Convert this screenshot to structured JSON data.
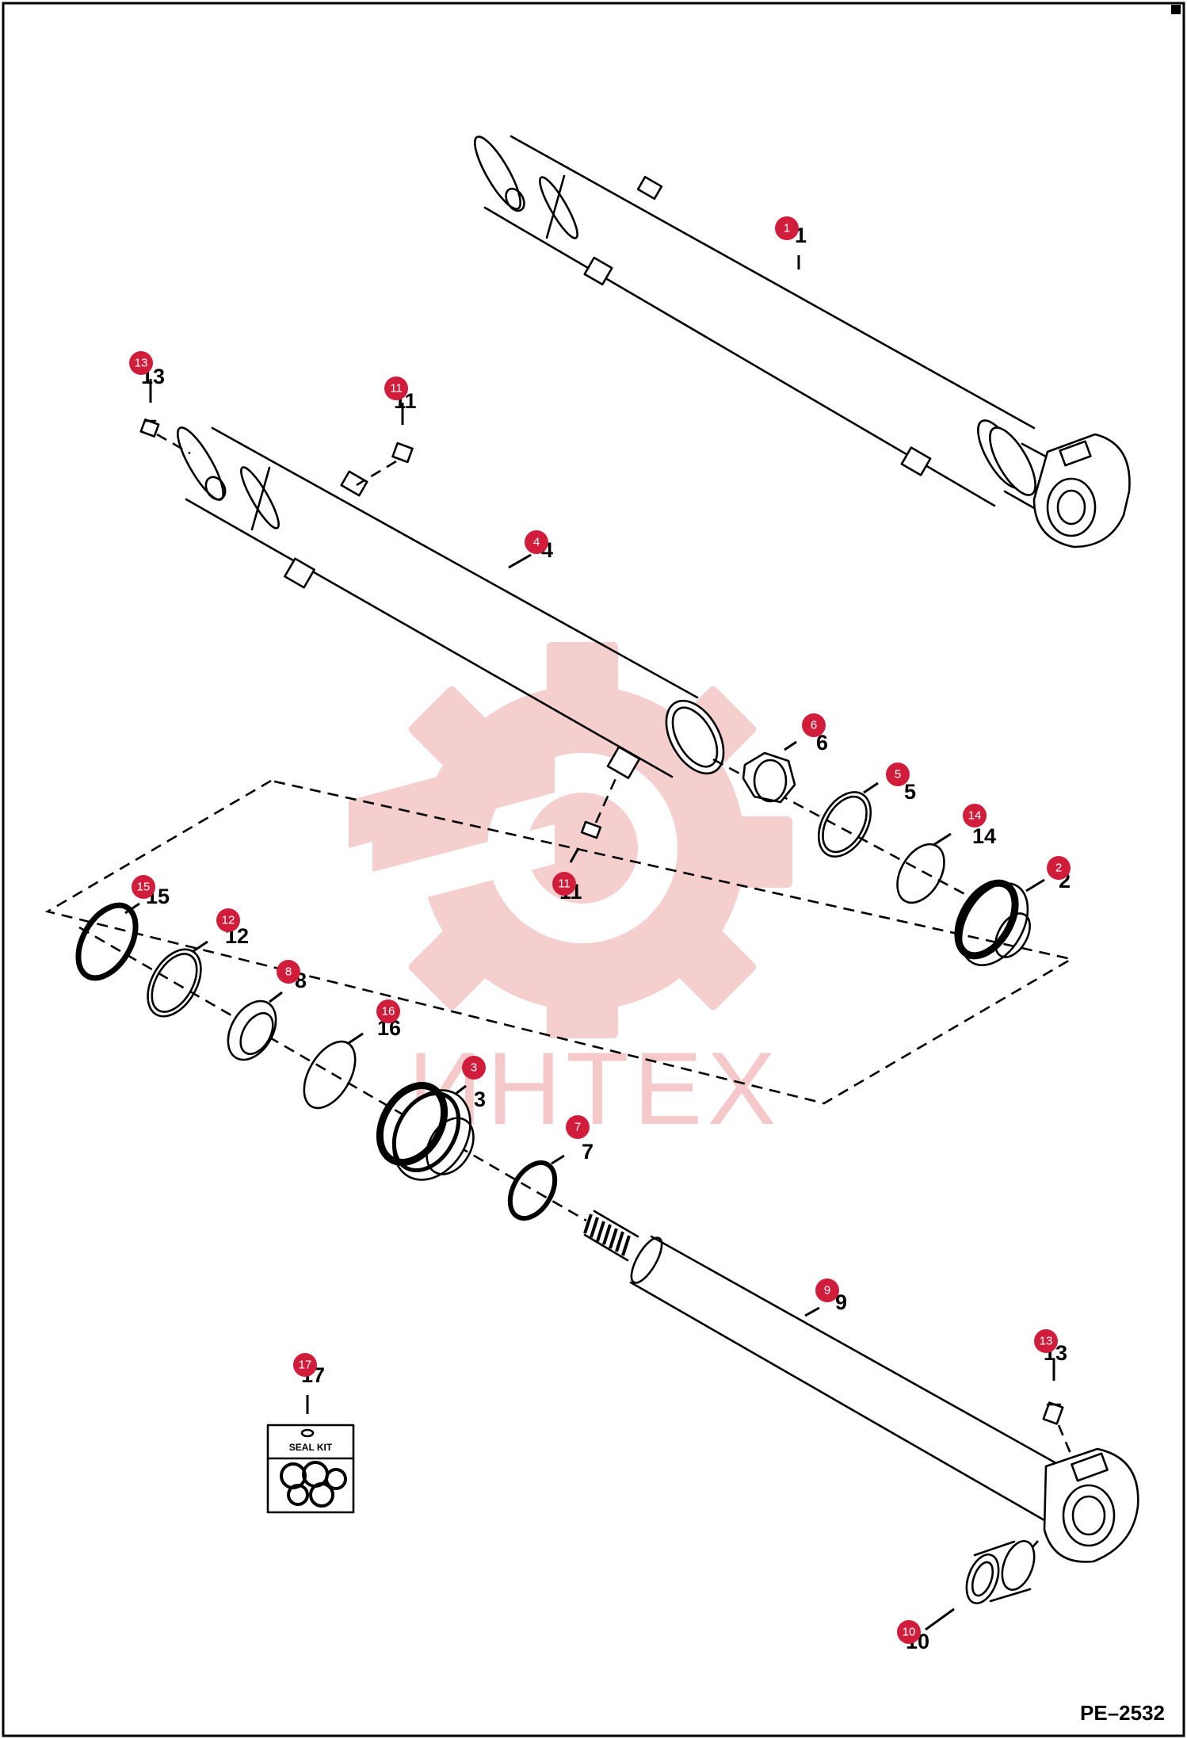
{
  "watermark": {
    "text": "ИНТЕХ",
    "color": "#f5c9c9"
  },
  "diagram_code": "PE–2532",
  "seal_kit_label": "SEAL KIT",
  "badge_color": "#d01d3c",
  "callouts": [
    {
      "id": "1",
      "part": "cylinder-assembly"
    },
    {
      "id": "4",
      "part": "cylinder-barrel"
    },
    {
      "id": "13",
      "part": "grease-fitting"
    },
    {
      "id": "11",
      "part": "barrel-fitting-upper"
    },
    {
      "id": "6",
      "part": "nut"
    },
    {
      "id": "5",
      "part": "seal-ring"
    },
    {
      "id": "14",
      "part": "o-ring"
    },
    {
      "id": "2",
      "part": "piston"
    },
    {
      "id": "11",
      "part": "barrel-fitting-lower"
    },
    {
      "id": "15",
      "part": "wiper"
    },
    {
      "id": "12",
      "part": "backup-ring"
    },
    {
      "id": "8",
      "part": "rod-seal"
    },
    {
      "id": "16",
      "part": "o-ring"
    },
    {
      "id": "3",
      "part": "head"
    },
    {
      "id": "7",
      "part": "ring"
    },
    {
      "id": "9",
      "part": "rod"
    },
    {
      "id": "17",
      "part": "seal-kit"
    },
    {
      "id": "13",
      "part": "rod-grease-fitting"
    },
    {
      "id": "10",
      "part": "bushing"
    }
  ]
}
